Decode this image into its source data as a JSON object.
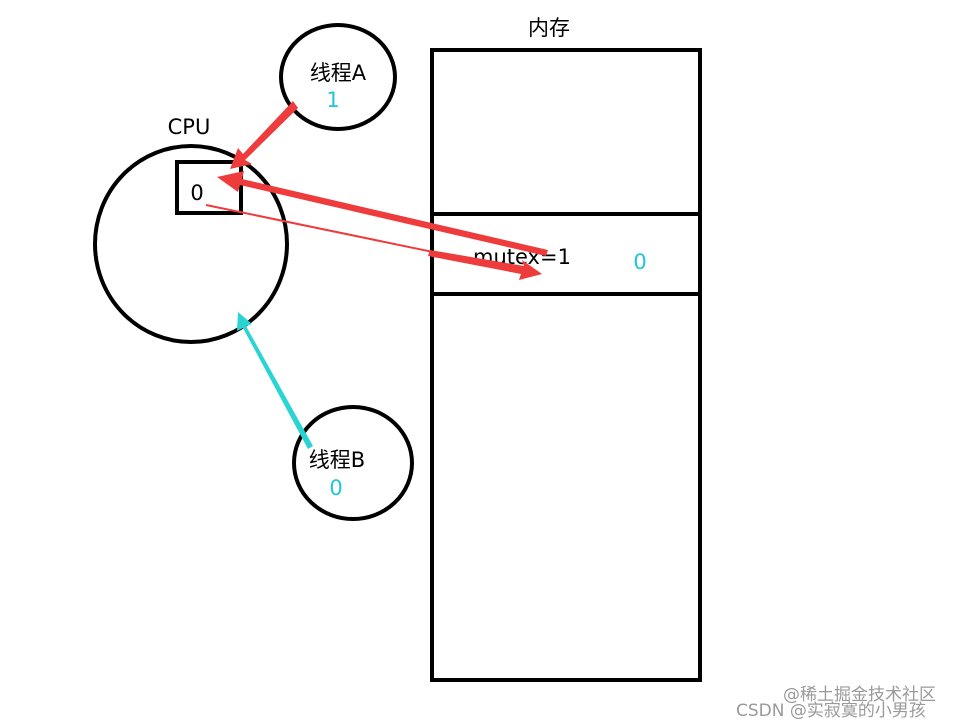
{
  "memory": {
    "title": "内存",
    "cell_text": "mutex=1",
    "cell_value": "0"
  },
  "cpu": {
    "label": "CPU",
    "register_value": "0"
  },
  "threads": [
    {
      "name": "线程A",
      "value": "1"
    },
    {
      "name": "线程B",
      "value": "0"
    }
  ],
  "watermark": {
    "line1": "@稀土掘金技术社区",
    "line2": "CSDN @实寂寞的小男孩"
  },
  "colors": {
    "outline": "#000000",
    "arrow_red": "#ee3b3b",
    "arrow_cyan": "#2ad4d4",
    "value_cyan": "#1fc7d4"
  }
}
